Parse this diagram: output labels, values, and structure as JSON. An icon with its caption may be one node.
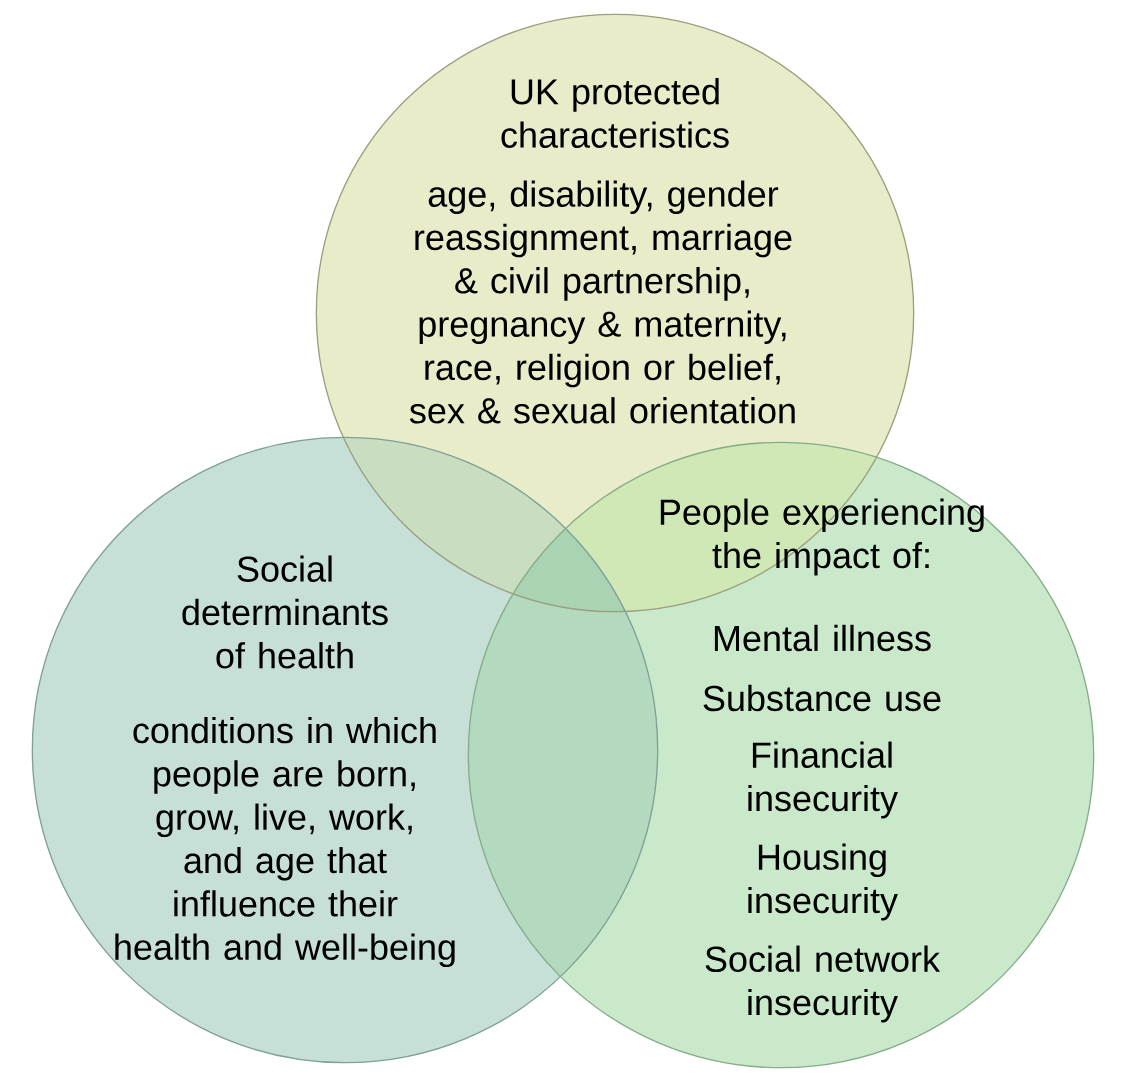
{
  "diagram": {
    "nodes": [
      {
        "text": [
          "UK protected characteristics",
          "age, disability, gender reassignment, marriage & civil partnership, pregnancy & maternity, race, religion or belief, sex & sexual orientation"
        ]
      },
      {
        "text": [
          "Social determinants of health",
          "conditions in which people are born, grow, live, work, and age that influence their health and well-being"
        ]
      },
      {
        "text": [
          "People experiencing the impact of:",
          "Mental illness",
          "Substance use",
          "Financial insecurity",
          "Housing insecurity",
          "Social network insecurity"
        ]
      }
    ]
  }
}
